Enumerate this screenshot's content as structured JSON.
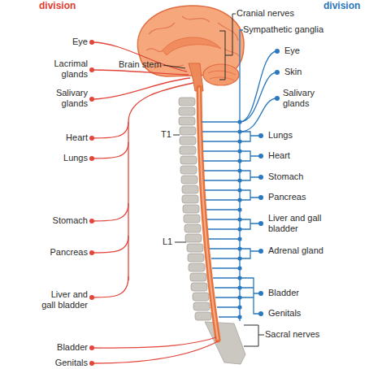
{
  "diagram": {
    "labels": [
      "division",
      "division",
      "Cranial nerves",
      "Sympathetic ganglia",
      "Eye",
      "Eye",
      "Brain stem",
      "Lacrimal glands",
      "Skin",
      "Salivary glands",
      "Salivary glands",
      "Lungs",
      "T1",
      "Heart",
      "Heart",
      "Lungs",
      "Stomach",
      "Pancreas",
      "Liver and gall bladder",
      "Stomach",
      "L1",
      "Adrenal gland",
      "Pancreas",
      "Bladder",
      "Liver and gall bladder",
      "Genitals",
      "Sacral nerves",
      "Bladder",
      "Genitals"
    ]
  }
}
